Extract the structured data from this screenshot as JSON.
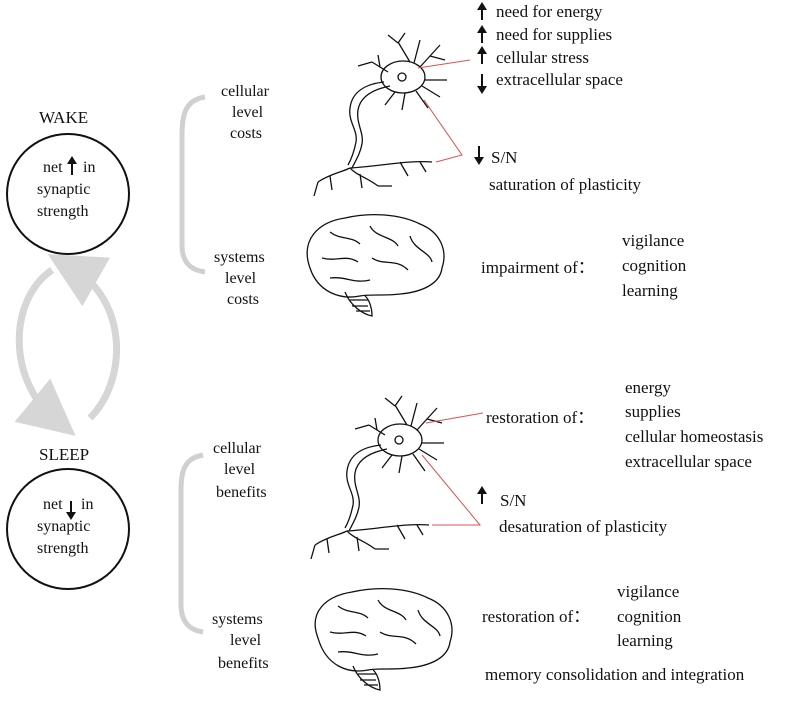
{
  "wake": {
    "label": "WAKE",
    "circle_lines": [
      "net",
      "in",
      "synaptic",
      "strength"
    ]
  },
  "sleep": {
    "label": "SLEEP",
    "circle_lines": [
      "net",
      "in",
      "synaptic",
      "strength"
    ]
  },
  "wake_costs": {
    "cellular_label": [
      "cellular",
      "level",
      "costs"
    ],
    "systems_label": [
      "systems",
      "level",
      "costs"
    ],
    "cellular_effects": [
      "need for energy",
      "need for supplies",
      "cellular stress",
      "extracellular space"
    ],
    "signal_noise": "S/N",
    "saturation": "saturation of plasticity",
    "impairment_heading": "impairment of：",
    "impairment_items": [
      "vigilance",
      "cognition",
      "learning"
    ]
  },
  "sleep_benefits": {
    "cellular_label": [
      "cellular",
      "level",
      "benefits"
    ],
    "systems_label": [
      "systems",
      "level",
      "benefits"
    ],
    "restoration_heading": "restoration of：",
    "cellular_items": [
      "energy",
      "supplies",
      "cellular homeostasis",
      "extracellular space"
    ],
    "signal_noise": "S/N",
    "desaturation": "desaturation of plasticity",
    "systems_restoration_heading": "restoration of：",
    "systems_items": [
      "vigilance",
      "cognition",
      "learning"
    ],
    "memory": "memory consolidation and integration"
  },
  "colors": {
    "ink": "#111111",
    "bracket_gray": "#d0d0d0",
    "cycle_arrow_gray": "#d6d6d6",
    "pointer_red": "#e05050"
  },
  "icons": [
    "up-arrow-icon",
    "down-arrow-icon",
    "neuron-illustration",
    "brain-illustration"
  ]
}
